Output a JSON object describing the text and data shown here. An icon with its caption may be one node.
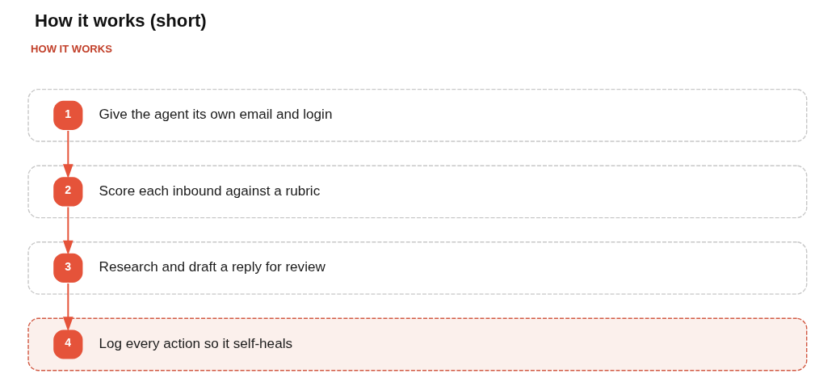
{
  "diagram": {
    "title": "How it works (short)",
    "nodes": [
      {
        "text": [
          "1",
          "Give the agent its own email and login"
        ]
      },
      {
        "text": [
          "2",
          "Score each inbound against a rubric"
        ]
      },
      {
        "text": [
          "3",
          "Research and draft a reply for review"
        ]
      },
      {
        "text": [
          "4",
          "Log every action so it self-heals"
        ]
      }
    ],
    "edges": [
      {
        "from": 0,
        "to": 1,
        "arrow": "to"
      },
      {
        "from": 1,
        "to": 2,
        "arrow": "to"
      },
      {
        "from": 2,
        "to": 3,
        "arrow": "to"
      }
    ],
    "labels": [
      "HOW IT WORKS"
    ]
  }
}
